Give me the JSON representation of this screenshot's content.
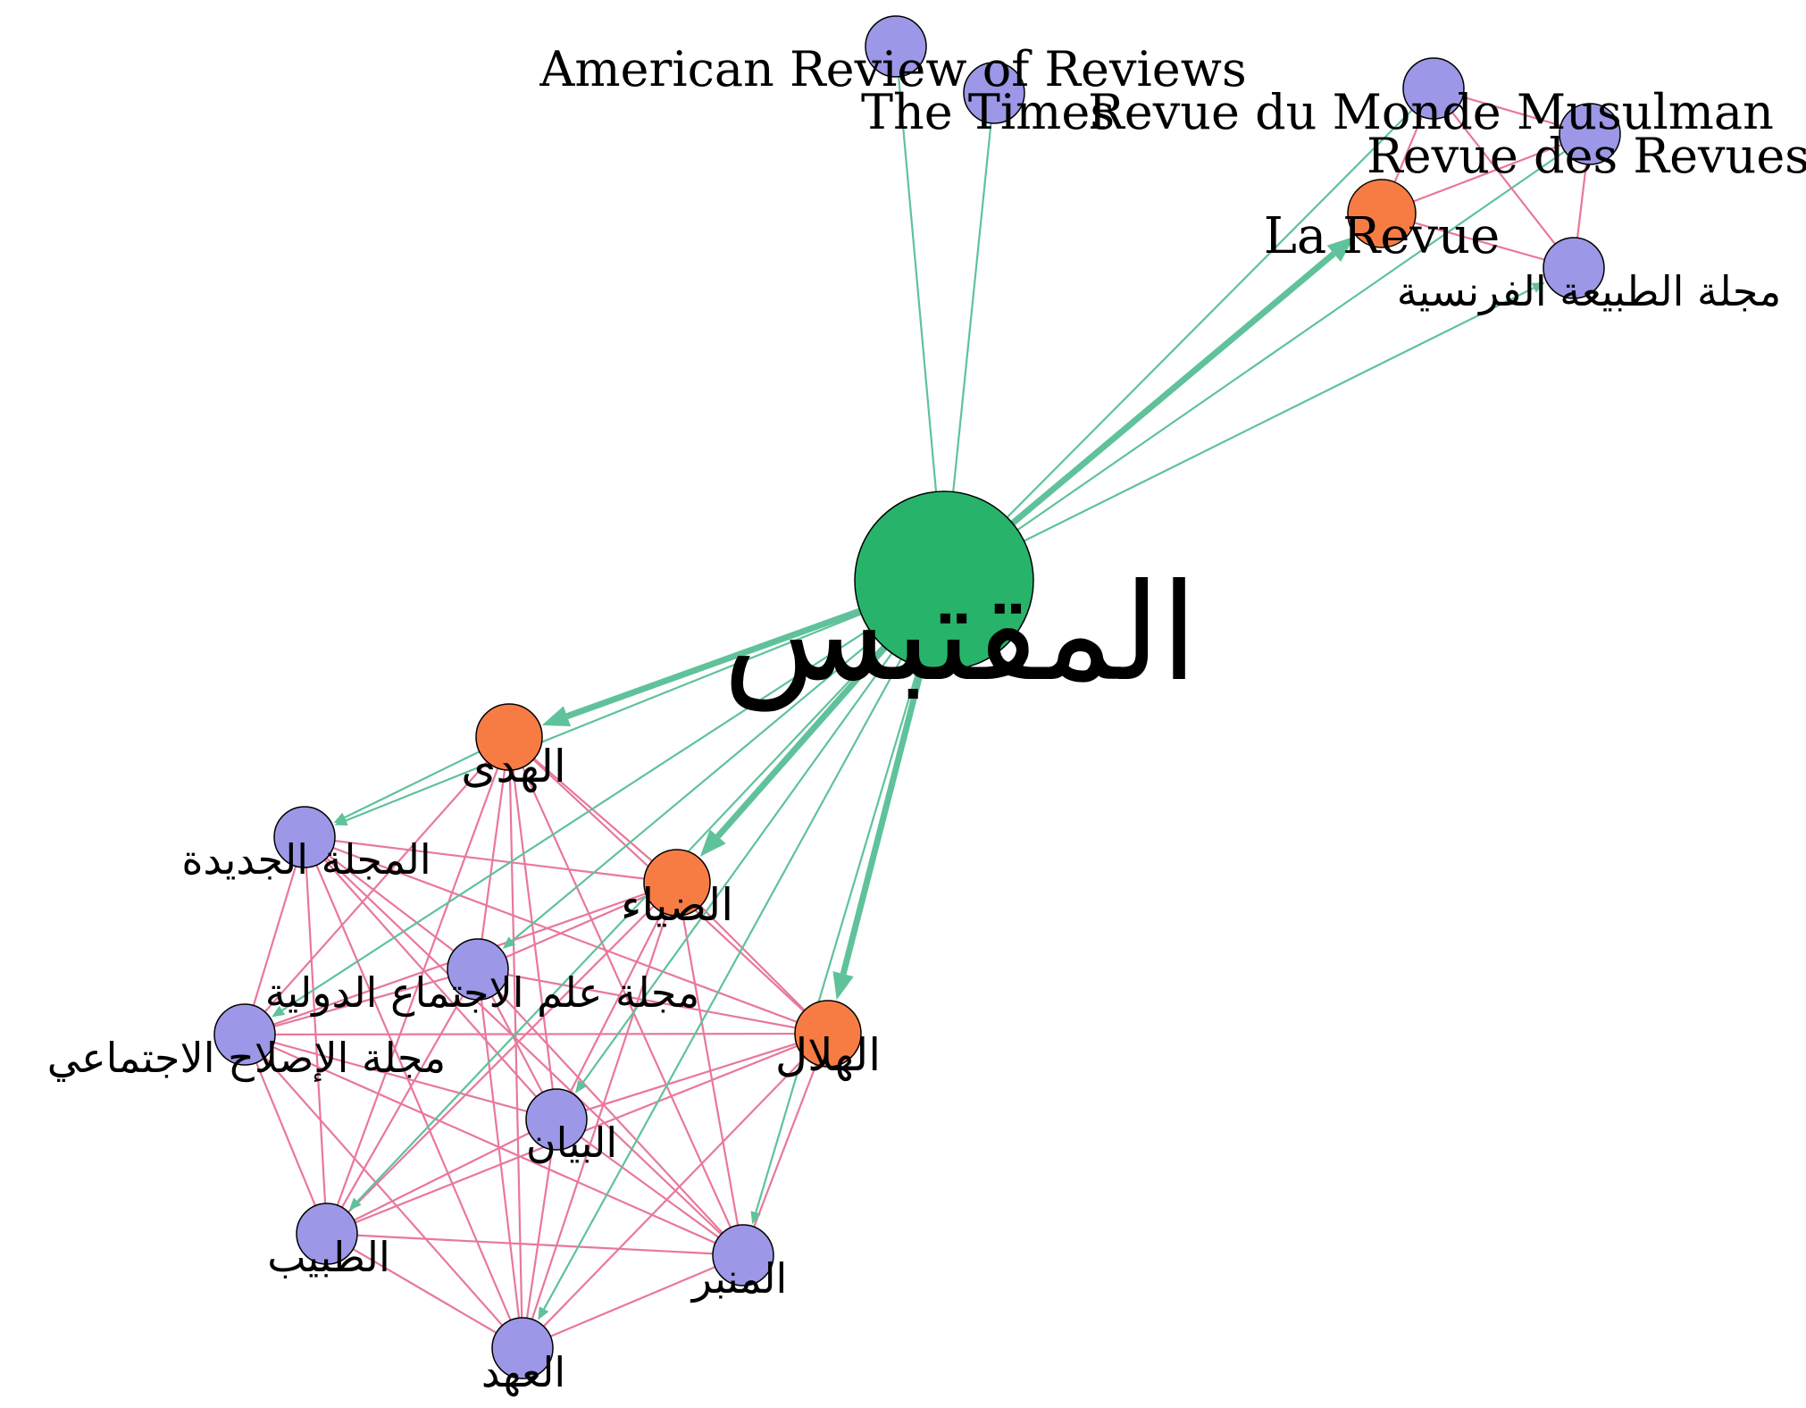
{
  "colors": {
    "hub": "#27b36a",
    "orange": "#f77c44",
    "lavender": "#9c97e6",
    "green_edge": "#5fc29a",
    "pink_edge": "#e8789a",
    "node_stroke": "#000000"
  },
  "nodes": [
    {
      "id": "muqtabas",
      "label": "المقتبس",
      "group": "hub"
    },
    {
      "id": "american_review",
      "label": "American Review of Reviews",
      "group": "lavender"
    },
    {
      "id": "the_times",
      "label": "The Times",
      "group": "lavender"
    },
    {
      "id": "monde_musulman",
      "label": "Revue du Monde Musulman",
      "group": "lavender"
    },
    {
      "id": "revue_revues",
      "label": "Revue des Revues",
      "group": "lavender"
    },
    {
      "id": "la_revue",
      "label": "La Revue",
      "group": "orange"
    },
    {
      "id": "tabia_fransiya",
      "label": "مجلة الطبيعة الفرنسية",
      "group": "lavender"
    },
    {
      "id": "huda",
      "label": "الهدى",
      "group": "orange"
    },
    {
      "id": "jadida",
      "label": "المجلة الجديدة",
      "group": "lavender"
    },
    {
      "id": "diya",
      "label": "الضياء",
      "group": "orange"
    },
    {
      "id": "ijtima_duwali",
      "label": "مجلة علم الاجتماع الدولية",
      "group": "lavender"
    },
    {
      "id": "islah",
      "label": "مجلة الإصلاح الاجتماعي",
      "group": "lavender"
    },
    {
      "id": "hilal",
      "label": "الهلال",
      "group": "orange"
    },
    {
      "id": "bayan",
      "label": "البيان",
      "group": "lavender"
    },
    {
      "id": "tabib",
      "label": "الطبيب",
      "group": "lavender"
    },
    {
      "id": "minbar",
      "label": "المنبر",
      "group": "lavender"
    },
    {
      "id": "ahd",
      "label": "العهد",
      "group": "lavender"
    }
  ],
  "edges_directed": [
    {
      "from": "muqtabas",
      "to": "la_revue",
      "weight": 3
    },
    {
      "from": "muqtabas",
      "to": "huda",
      "weight": 3
    },
    {
      "from": "muqtabas",
      "to": "diya",
      "weight": 3
    },
    {
      "from": "muqtabas",
      "to": "hilal",
      "weight": 3
    },
    {
      "from": "muqtabas",
      "to": "tabia_fransiya",
      "weight": 1
    },
    {
      "from": "muqtabas",
      "to": "ijtima_duwali",
      "weight": 1
    },
    {
      "from": "muqtabas",
      "to": "islah",
      "weight": 1
    },
    {
      "from": "muqtabas",
      "to": "bayan",
      "weight": 1
    },
    {
      "from": "muqtabas",
      "to": "tabib",
      "weight": 1
    },
    {
      "from": "muqtabas",
      "to": "ahd",
      "weight": 1
    },
    {
      "from": "muqtabas",
      "to": "minbar",
      "weight": 1
    },
    {
      "from": "muqtabas",
      "to": "jadida",
      "weight": 1
    },
    {
      "from": "huda",
      "to": "jadida",
      "weight": 1
    }
  ],
  "edges_undirected": [
    {
      "from": "muqtabas",
      "to": "american_review"
    },
    {
      "from": "muqtabas",
      "to": "the_times"
    },
    {
      "from": "muqtabas",
      "to": "monde_musulman"
    },
    {
      "from": "muqtabas",
      "to": "revue_revues"
    },
    {
      "from": "la_revue",
      "to": "monde_musulman"
    },
    {
      "from": "la_revue",
      "to": "revue_revues"
    },
    {
      "from": "la_revue",
      "to": "tabia_fransiya"
    },
    {
      "from": "monde_musulman",
      "to": "revue_revues"
    },
    {
      "from": "monde_musulman",
      "to": "tabia_fransiya"
    },
    {
      "from": "revue_revues",
      "to": "tabia_fransiya"
    },
    {
      "from": "huda",
      "to": "diya"
    },
    {
      "from": "huda",
      "to": "ijtima_duwali"
    },
    {
      "from": "huda",
      "to": "islah"
    },
    {
      "from": "huda",
      "to": "hilal"
    },
    {
      "from": "huda",
      "to": "bayan"
    },
    {
      "from": "huda",
      "to": "tabib"
    },
    {
      "from": "huda",
      "to": "minbar"
    },
    {
      "from": "huda",
      "to": "ahd"
    },
    {
      "from": "jadida",
      "to": "diya"
    },
    {
      "from": "jadida",
      "to": "ijtima_duwali"
    },
    {
      "from": "jadida",
      "to": "islah"
    },
    {
      "from": "jadida",
      "to": "hilal"
    },
    {
      "from": "jadida",
      "to": "bayan"
    },
    {
      "from": "jadida",
      "to": "tabib"
    },
    {
      "from": "jadida",
      "to": "minbar"
    },
    {
      "from": "jadida",
      "to": "ahd"
    },
    {
      "from": "diya",
      "to": "ijtima_duwali"
    },
    {
      "from": "diya",
      "to": "islah"
    },
    {
      "from": "diya",
      "to": "hilal"
    },
    {
      "from": "diya",
      "to": "bayan"
    },
    {
      "from": "diya",
      "to": "tabib"
    },
    {
      "from": "diya",
      "to": "minbar"
    },
    {
      "from": "diya",
      "to": "ahd"
    },
    {
      "from": "ijtima_duwali",
      "to": "islah"
    },
    {
      "from": "ijtima_duwali",
      "to": "hilal"
    },
    {
      "from": "ijtima_duwali",
      "to": "bayan"
    },
    {
      "from": "ijtima_duwali",
      "to": "tabib"
    },
    {
      "from": "ijtima_duwali",
      "to": "minbar"
    },
    {
      "from": "ijtima_duwali",
      "to": "ahd"
    },
    {
      "from": "islah",
      "to": "hilal"
    },
    {
      "from": "islah",
      "to": "bayan"
    },
    {
      "from": "islah",
      "to": "tabib"
    },
    {
      "from": "islah",
      "to": "minbar"
    },
    {
      "from": "islah",
      "to": "ahd"
    },
    {
      "from": "hilal",
      "to": "bayan"
    },
    {
      "from": "hilal",
      "to": "tabib"
    },
    {
      "from": "hilal",
      "to": "minbar"
    },
    {
      "from": "hilal",
      "to": "ahd"
    },
    {
      "from": "bayan",
      "to": "tabib"
    },
    {
      "from": "bayan",
      "to": "minbar"
    },
    {
      "from": "bayan",
      "to": "ahd"
    },
    {
      "from": "tabib",
      "to": "minbar"
    },
    {
      "from": "tabib",
      "to": "ahd"
    },
    {
      "from": "minbar",
      "to": "ahd"
    }
  ]
}
